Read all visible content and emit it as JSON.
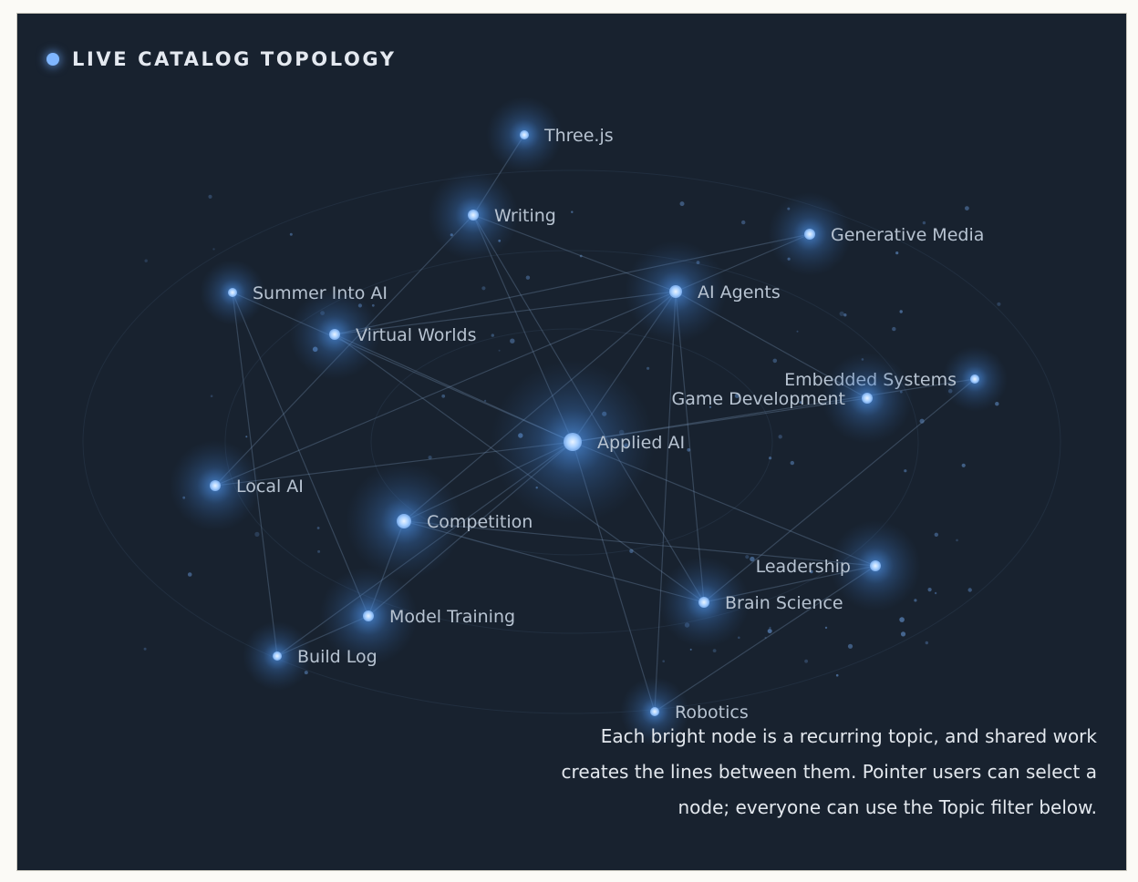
{
  "header": {
    "title": "LIVE CATALOG TOPOLOGY"
  },
  "caption": "Each bright node is a recurring topic, and shared work creates the lines between them. Pointer users can select a node; everyone can use the Topic filter below.",
  "colors": {
    "panel": "#18222f",
    "node": "#8ec1ff",
    "glow": "#4d8fe0",
    "edge": "#7a96b8",
    "label": "#b7c3d1"
  },
  "nodes": [
    {
      "id": "threejs",
      "label": "Three.js"
    },
    {
      "id": "writing",
      "label": "Writing"
    },
    {
      "id": "generative-media",
      "label": "Generative Media"
    },
    {
      "id": "summer-into-ai",
      "label": "Summer Into AI"
    },
    {
      "id": "ai-agents",
      "label": "AI Agents"
    },
    {
      "id": "virtual-worlds",
      "label": "Virtual Worlds"
    },
    {
      "id": "embedded-systems",
      "label": "Embedded Systems"
    },
    {
      "id": "game-development",
      "label": "Game Development"
    },
    {
      "id": "applied-ai",
      "label": "Applied AI"
    },
    {
      "id": "local-ai",
      "label": "Local AI"
    },
    {
      "id": "competition",
      "label": "Competition"
    },
    {
      "id": "leadership",
      "label": "Leadership"
    },
    {
      "id": "brain-science",
      "label": "Brain Science"
    },
    {
      "id": "model-training",
      "label": "Model Training"
    },
    {
      "id": "build-log",
      "label": "Build Log"
    },
    {
      "id": "robotics",
      "label": "Robotics"
    }
  ],
  "edges": [
    [
      "threejs",
      "writing"
    ],
    [
      "writing",
      "ai-agents"
    ],
    [
      "writing",
      "applied-ai"
    ],
    [
      "writing",
      "brain-science"
    ],
    [
      "writing",
      "local-ai"
    ],
    [
      "generative-media",
      "ai-agents"
    ],
    [
      "generative-media",
      "virtual-worlds"
    ],
    [
      "summer-into-ai",
      "applied-ai"
    ],
    [
      "summer-into-ai",
      "model-training"
    ],
    [
      "summer-into-ai",
      "build-log"
    ],
    [
      "virtual-worlds",
      "ai-agents"
    ],
    [
      "virtual-worlds",
      "applied-ai"
    ],
    [
      "virtual-worlds",
      "brain-science"
    ],
    [
      "ai-agents",
      "applied-ai"
    ],
    [
      "ai-agents",
      "competition"
    ],
    [
      "ai-agents",
      "robotics"
    ],
    [
      "ai-agents",
      "brain-science"
    ],
    [
      "ai-agents",
      "game-development"
    ],
    [
      "applied-ai",
      "competition"
    ],
    [
      "applied-ai",
      "model-training"
    ],
    [
      "applied-ai",
      "local-ai"
    ],
    [
      "applied-ai",
      "game-development"
    ],
    [
      "applied-ai",
      "embedded-systems"
    ],
    [
      "applied-ai",
      "leadership"
    ],
    [
      "applied-ai",
      "robotics"
    ],
    [
      "applied-ai",
      "build-log"
    ],
    [
      "competition",
      "brain-science"
    ],
    [
      "competition",
      "model-training"
    ],
    [
      "competition",
      "leadership"
    ],
    [
      "model-training",
      "build-log"
    ],
    [
      "brain-science",
      "leadership"
    ],
    [
      "brain-science",
      "embedded-systems"
    ],
    [
      "robotics",
      "leadership"
    ],
    [
      "local-ai",
      "ai-agents"
    ]
  ]
}
